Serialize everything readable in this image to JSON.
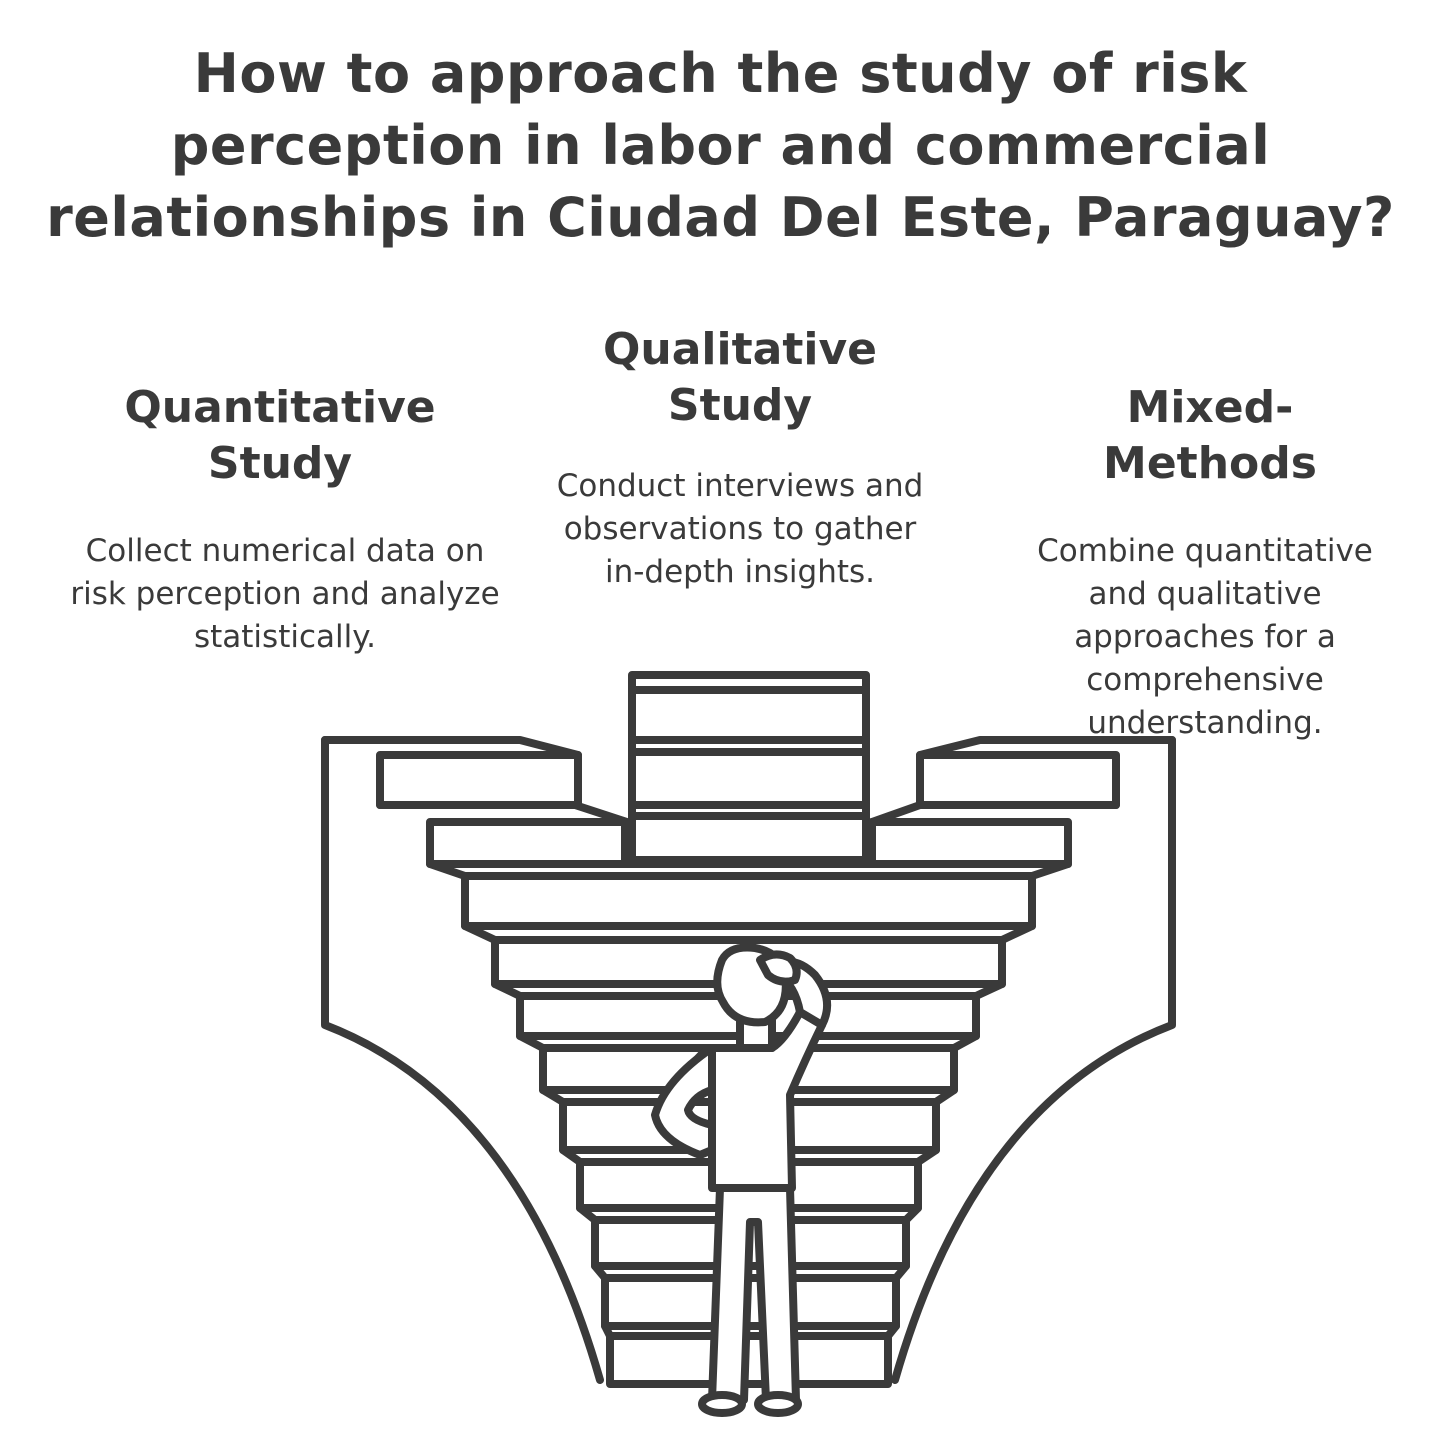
{
  "title": "How to approach the study of risk perception in labor and commercial relationships in Ciudad Del Este, Paraguay?",
  "options": [
    {
      "heading_line1": "Quantitative",
      "heading_line2": "Study",
      "description": "Collect numerical data on risk perception and analyze statistically."
    },
    {
      "heading_line1": "Qualitative",
      "heading_line2": "Study",
      "description": "Conduct interviews and observations to gather in-depth insights."
    },
    {
      "heading_line1": "Mixed-",
      "heading_line2": "Methods",
      "description": "Combine quantitative and qualitative approaches for a comprehensive understanding."
    }
  ],
  "colors": {
    "ink": "#3a3a3a",
    "background": "#ffffff"
  },
  "illustration": "person-facing-three-staircases"
}
